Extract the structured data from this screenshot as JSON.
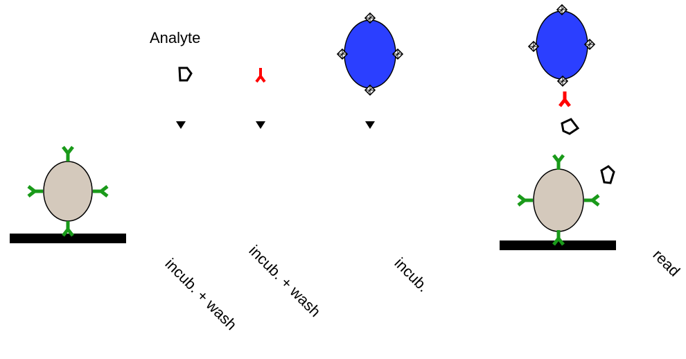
{
  "labels": {
    "analyte": "Analyte",
    "step1": "incub. + wash",
    "step2": "incub. + wash",
    "step3": "incub.",
    "step4": "read"
  },
  "colors": {
    "capture_antibody": "#1a9a1a",
    "detection_antibody": "#ff0000",
    "bead_capture": "#d4c9bc",
    "bead_detection": "#2b3fff",
    "surface": "#000000",
    "analyte_outline": "#000000"
  },
  "icons": [
    "capture-bead-icon",
    "analyte-icon",
    "antibody-icon",
    "detection-bead-icon",
    "arrow-down-icon",
    "surface-icon"
  ]
}
